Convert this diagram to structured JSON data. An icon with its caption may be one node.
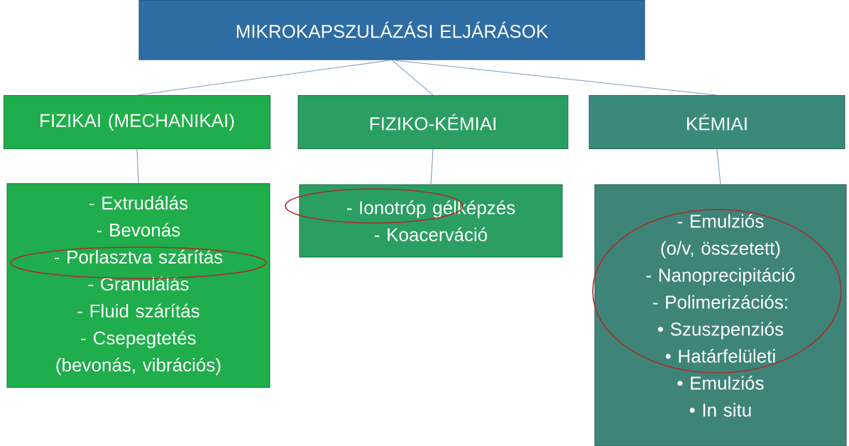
{
  "diagram": {
    "nodes": [
      {
        "text": [
          "MIKROKAPSZULÁZÁSI ELJÁRÁSOK"
        ]
      },
      {
        "text": [
          "FIZIKAI (MECHANIKAI)"
        ]
      },
      {
        "text": [
          "FIZIKO-KÉMIAI"
        ]
      },
      {
        "text": [
          "KÉMIAI"
        ]
      },
      {
        "text": [
          "- Extrudálás",
          "- Bevonás",
          "- Porlasztva szárítás",
          "- Granulálás",
          "- Fluid szárítás",
          "- Csepegtetés (bevonás, vibrációs)"
        ]
      },
      {
        "text": [
          "- Ionotróp gélképzés",
          "- Koacerváció"
        ]
      },
      {
        "text": [
          "- Emulziós (o/v, összetett)",
          "- Nanoprecipitáció",
          "- Polimerizációs:",
          "• Szuszpenziós",
          "• Határfelületi",
          "• Emulziós",
          "• In situ"
        ]
      }
    ],
    "edges": [
      {
        "from": 0,
        "to": 1,
        "arrow": "none"
      },
      {
        "from": 0,
        "to": 2,
        "arrow": "none"
      },
      {
        "from": 0,
        "to": 3,
        "arrow": "none"
      },
      {
        "from": 1,
        "to": 4,
        "arrow": "none"
      },
      {
        "from": 2,
        "to": 5,
        "arrow": "none"
      },
      {
        "from": 3,
        "to": 6,
        "arrow": "none"
      }
    ]
  }
}
